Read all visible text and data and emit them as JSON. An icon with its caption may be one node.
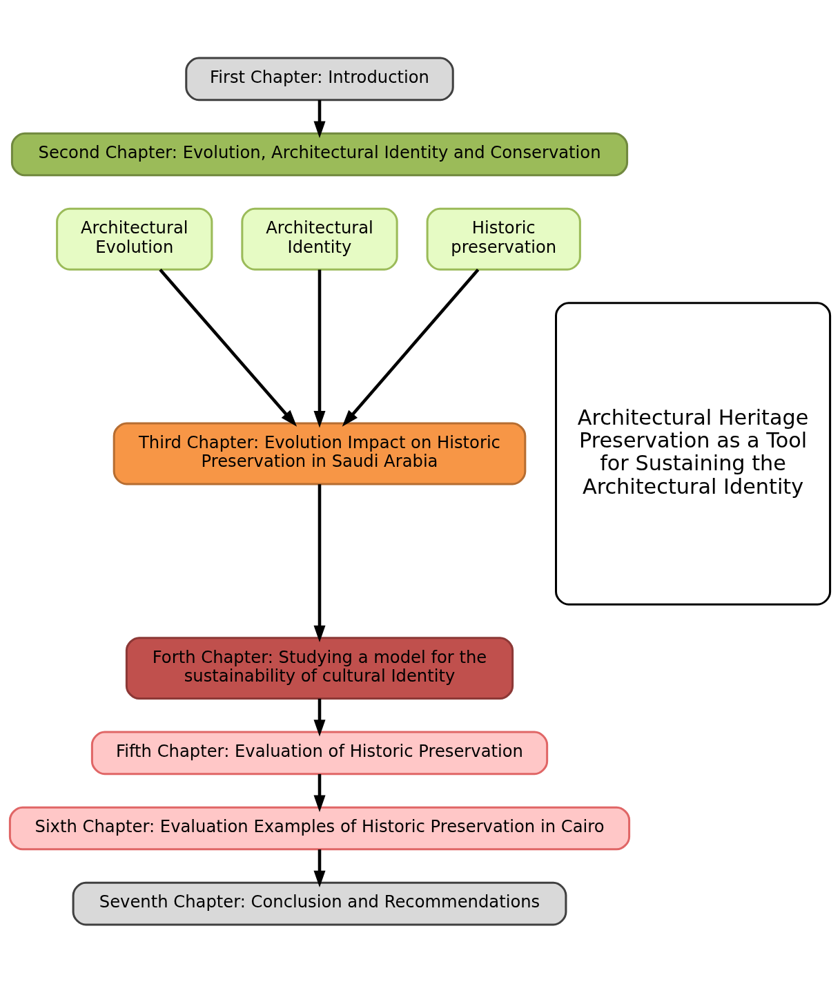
{
  "diagram": {
    "nodes": [
      {
        "text": [
          "First Chapter: Introduction"
        ]
      },
      {
        "text": [
          "Second Chapter: Evolution, Architectural Identity and Conservation"
        ]
      },
      {
        "text": [
          "Architectural Evolution"
        ]
      },
      {
        "text": [
          "Architectural Identity"
        ]
      },
      {
        "text": [
          "Historic preservation"
        ]
      },
      {
        "text": [
          "Third Chapter: Evolution Impact on Historic Preservation in Saudi Arabia"
        ]
      },
      {
        "text": [
          "Forth Chapter: Studying a model for the sustainability of cultural Identity"
        ]
      },
      {
        "text": [
          "Fifth Chapter: Evaluation of Historic Preservation"
        ]
      },
      {
        "text": [
          "Sixth Chapter: Evaluation Examples of Historic Preservation in Cairo"
        ]
      },
      {
        "text": [
          "Seventh Chapter: Conclusion and Recommendations"
        ]
      },
      {
        "text": [
          "Architectural Heritage Preservation as a Tool for Sustaining the Architectural Identity"
        ]
      }
    ],
    "edges": [
      {
        "from": 0,
        "to": 1,
        "arrow": "to"
      },
      {
        "from": 2,
        "to": 5,
        "arrow": "to"
      },
      {
        "from": 3,
        "to": 5,
        "arrow": "to"
      },
      {
        "from": 4,
        "to": 5,
        "arrow": "to"
      },
      {
        "from": 5,
        "to": 6,
        "arrow": "to"
      },
      {
        "from": 6,
        "to": 7,
        "arrow": "to"
      },
      {
        "from": 7,
        "to": 8,
        "arrow": "to"
      },
      {
        "from": 8,
        "to": 9,
        "arrow": "to"
      }
    ]
  }
}
